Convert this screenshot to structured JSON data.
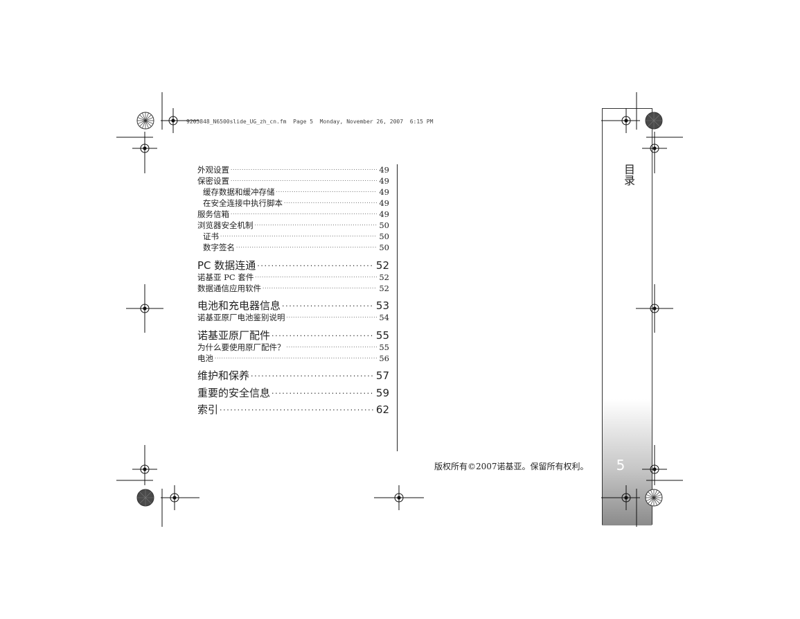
{
  "header": {
    "file_info": "9205848_N6500slide_UG_zh_cn.fm  Page 5  Monday, November 26, 2007  6:15 PM"
  },
  "toc": {
    "entries": [
      {
        "label": "外观设置",
        "page": "49",
        "level": 1
      },
      {
        "label": "保密设置",
        "page": "49",
        "level": 1
      },
      {
        "label": "缓存数据和缓冲存储",
        "page": "49",
        "level": 2
      },
      {
        "label": "在安全连接中执行脚本",
        "page": "49",
        "level": 2
      },
      {
        "label": "服务信箱",
        "page": "49",
        "level": 1
      },
      {
        "label": "浏览器安全机制",
        "page": "50",
        "level": 1
      },
      {
        "label": "证书",
        "page": "50",
        "level": 2
      },
      {
        "label": "数字签名",
        "page": "50",
        "level": 2
      },
      {
        "label": "PC 数据连通",
        "page": "52",
        "level": 0
      },
      {
        "label": "诺基亚 PC 套件",
        "page": "52",
        "level": 1
      },
      {
        "label": "数据通信应用软件",
        "page": "52",
        "level": 1
      },
      {
        "label": "电池和充电器信息",
        "page": "53",
        "level": 0
      },
      {
        "label": "诺基亚原厂电池鉴别说明",
        "page": "54",
        "level": 1
      },
      {
        "label": "诺基亚原厂配件",
        "page": "55",
        "level": 0
      },
      {
        "label": "为什么要使用原厂配件？",
        "page": "55",
        "level": 1
      },
      {
        "label": "电池",
        "page": "56",
        "level": 1
      },
      {
        "label": "维护和保养",
        "page": "57",
        "level": 0
      },
      {
        "label": "重要的安全信息",
        "page": "59",
        "level": 0
      },
      {
        "label": "索引",
        "page": "62",
        "level": 0
      }
    ]
  },
  "side_tab": {
    "title": "目录",
    "page_number": "5"
  },
  "footer": {
    "copyright": "版权所有©2007诺基亚。保留所有权利。"
  }
}
